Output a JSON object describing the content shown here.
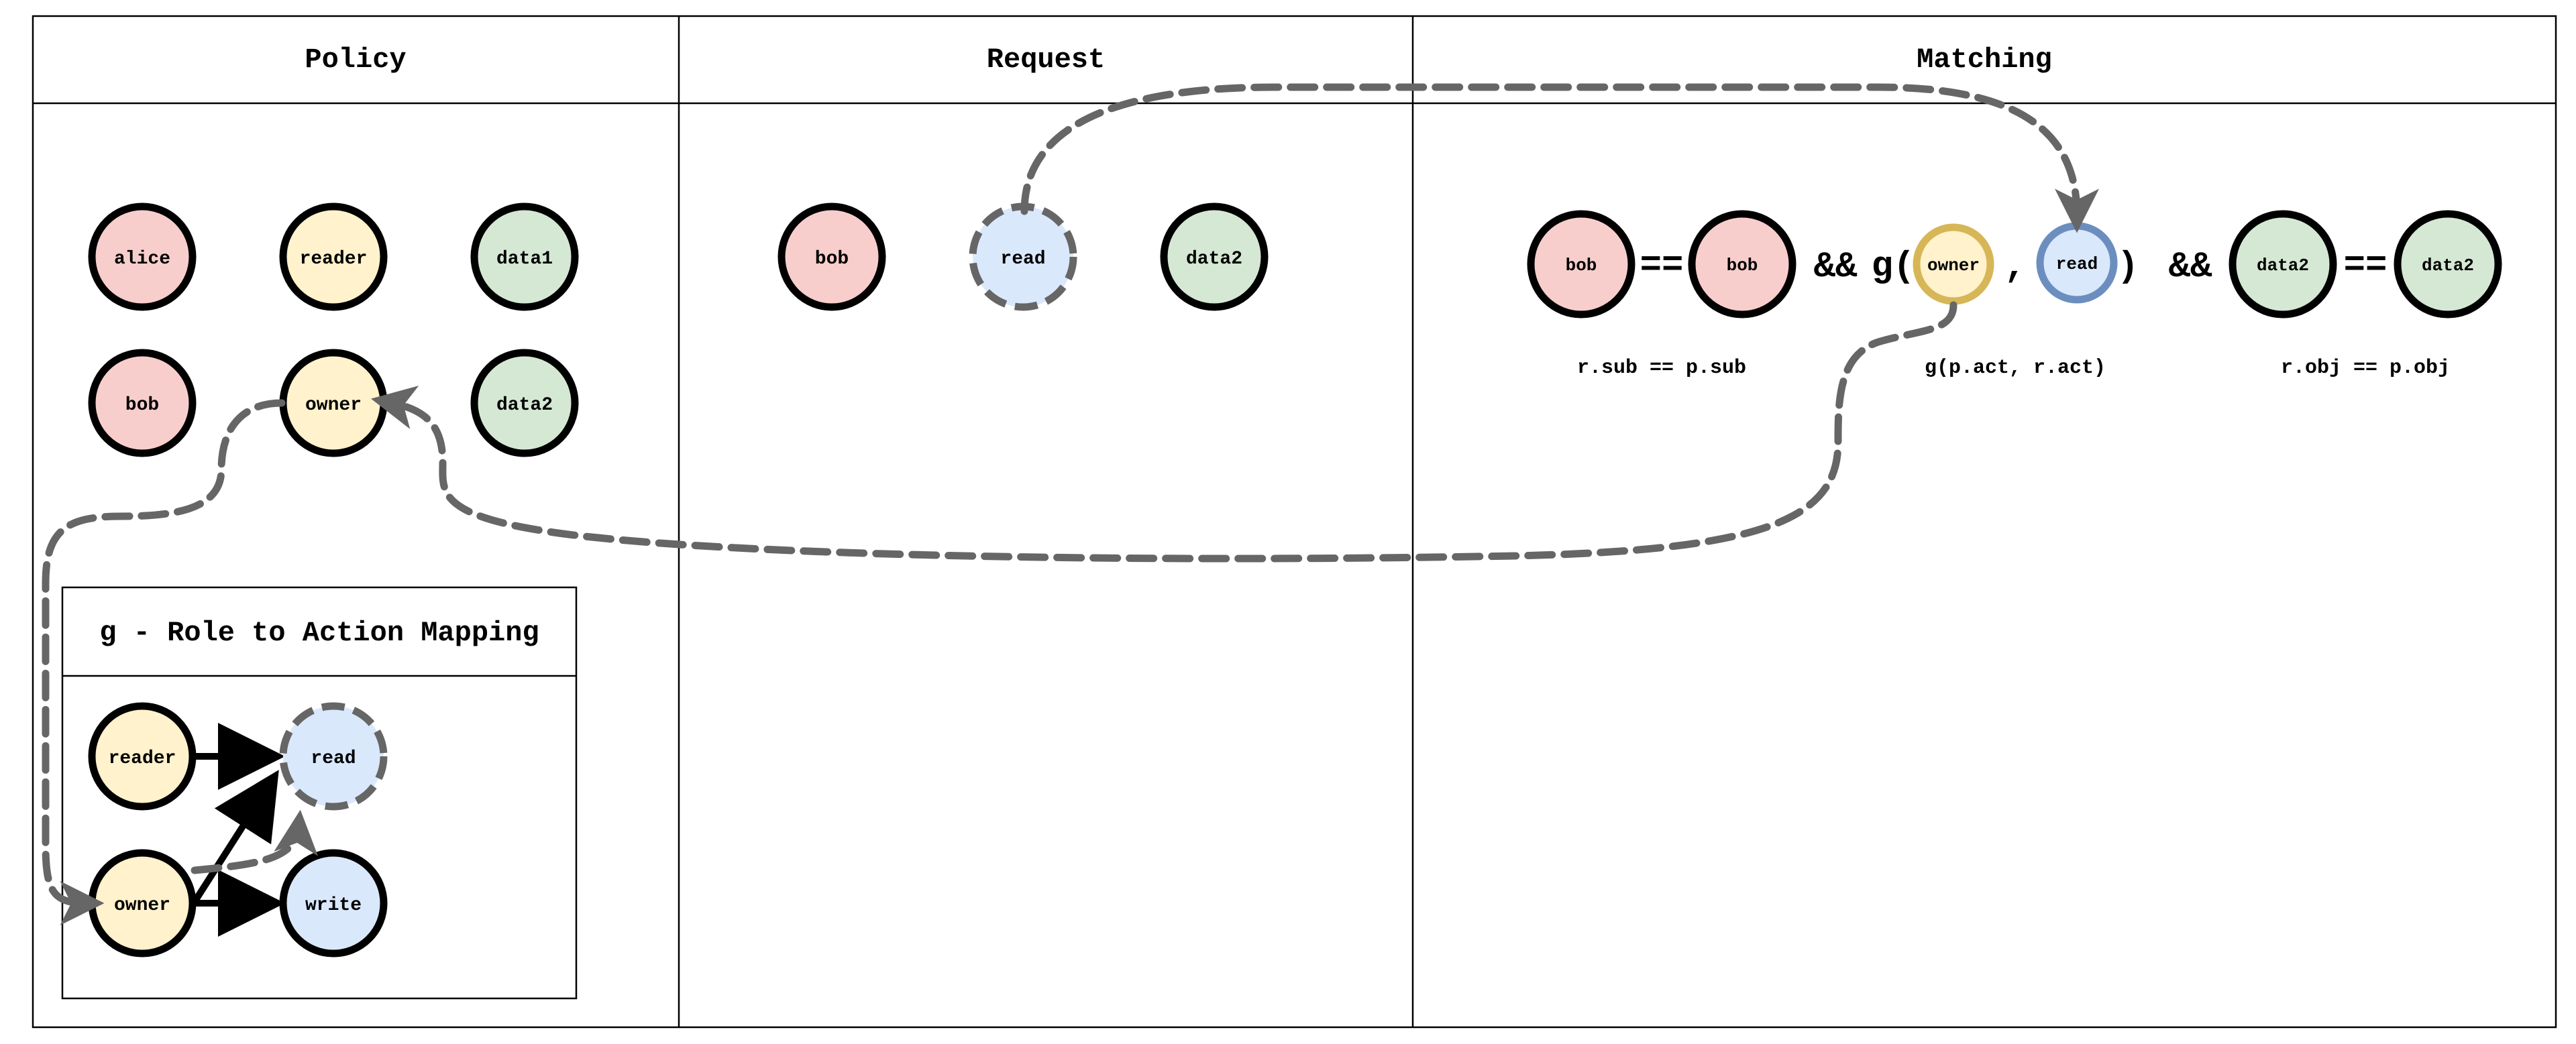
{
  "headers": {
    "policy": "Policy",
    "request": "Request",
    "matching": "Matching"
  },
  "policy": {
    "row1": [
      "alice",
      "reader",
      "data1"
    ],
    "row2": [
      "bob",
      "owner",
      "data2"
    ]
  },
  "mapping": {
    "title": "g - Role to Action Mapping",
    "nodes": {
      "reader": "reader",
      "read": "read",
      "owner": "owner",
      "write": "write"
    }
  },
  "request": {
    "subject": "bob",
    "action": "read",
    "object": "data2"
  },
  "matching": {
    "sub_left": "bob",
    "sub_right": "bob",
    "eq1": "==",
    "and1": "&&",
    "g_open": "g(",
    "g_role": "owner",
    "comma": ",",
    "g_action": "read",
    "g_close": ")",
    "and2": "&&",
    "obj_left": "data2",
    "eq2": "==",
    "obj_right": "data2",
    "caption_sub": "r.sub == p.sub",
    "caption_g": "g(p.act, r.act)",
    "caption_obj": "r.obj == p.obj"
  },
  "colors": {
    "subject_fill": "#f8cecc",
    "role_fill": "#fff2cc",
    "object_fill": "#d5e8d4",
    "action_fill": "#dae8fc",
    "role_stroke": "#d6b656",
    "action_stroke": "#6c8ebf",
    "dashed_stroke": "#666666",
    "stroke": "#000000"
  }
}
